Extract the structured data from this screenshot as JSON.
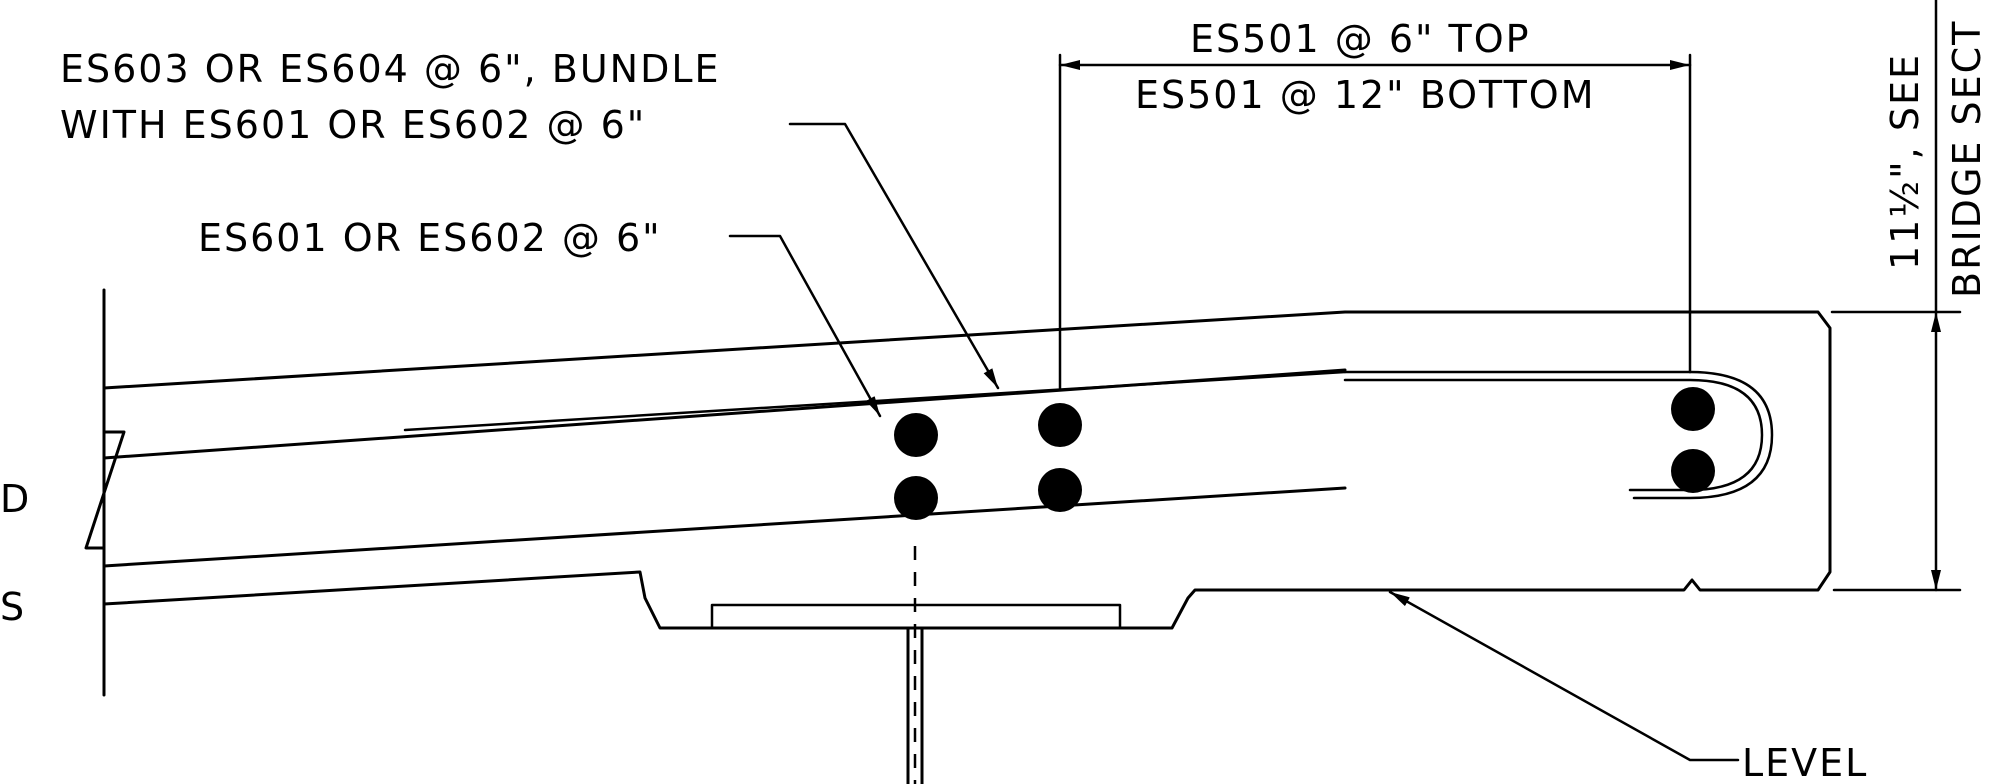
{
  "labels": {
    "note_top_line1": "ES603 OR ES604 @ 6\", BUNDLE",
    "note_top_line2": "WITH ES601 OR ES602 @ 6\"",
    "note_mid": "ES601 OR ES602 @ 6\"",
    "dim_top": "ES501 @ 6\" TOP",
    "dim_bottom": "ES501 @ 12\" BOTTOM",
    "vertical_1": "11½\", SEE",
    "vertical_2": "BRIDGE SECT",
    "level": "LEVEL",
    "edge_1": "D",
    "edge_2": "S"
  }
}
